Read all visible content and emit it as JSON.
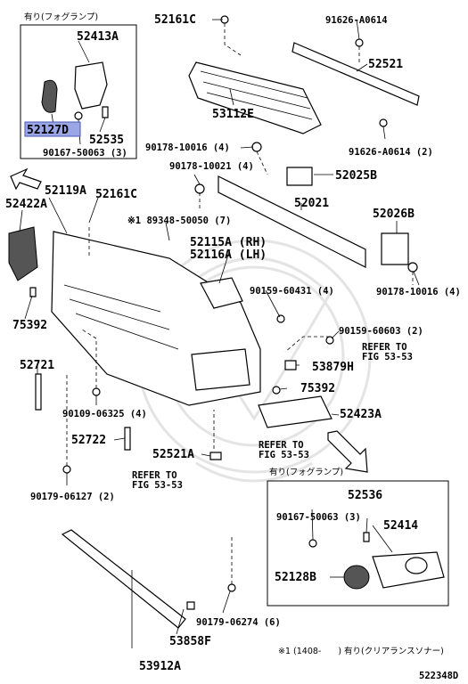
{
  "diagram_code": "522348D",
  "highlight_color": "#9aa6e6",
  "notes": {
    "box1_title": "有り(フォグランプ)",
    "box2_title": "有り(フォグランプ)",
    "footnote": "※1 (1408-　　) 有り(クリアランスソナー)"
  },
  "parts": {
    "p52413A": "52413A",
    "p52127D": "52127D",
    "p52535": "52535",
    "p90167_50063_3a": "90167-50063 (3)",
    "p52161C_a": "52161C",
    "p91626_A0614_a": "91626-A0614",
    "p52521": "52521",
    "p53112E": "53112E",
    "p90178_10016_4a": "90178-10016 (4)",
    "p91626_A0614_2": "91626-A0614 (2)",
    "p90178_10021_4": "90178-10021 (4)",
    "p52025B": "52025B",
    "p52119A": "52119A",
    "p52161C_b": "52161C",
    "p52422A": "52422A",
    "p52021": "52021",
    "p52026B": "52026B",
    "p89348_50050_7": "※1 89348-50050 (7)",
    "p52115A": "52115A (RH)",
    "p52116A": "52116A (LH)",
    "p90178_10016_4b": "90178-10016 (4)",
    "p90159_60431_4": "90159-60431 (4)",
    "p75392_a": "75392",
    "p90159_60603_2": "90159-60603 (2)",
    "p_refer_a1": "REFER TO",
    "p_refer_a2": "FIG 53-53",
    "p53879H": "53879H",
    "p52721": "52721",
    "p75392_b": "75392",
    "p90109_06325_4": "90109-06325 (4)",
    "p52423A": "52423A",
    "p52722": "52722",
    "p52521A": "52521A",
    "p_refer_b1": "REFER TO",
    "p_refer_b2": "FIG 53-53",
    "p_refer_c1": "REFER TO",
    "p_refer_c2": "FIG 53-53",
    "p90179_06127_2": "90179-06127 (2)",
    "p52536": "52536",
    "p90167_50063_3b": "90167-50063 (3)",
    "p52414": "52414",
    "p52128B": "52128B",
    "p90179_06274_6": "90179-06274 (6)",
    "p53858F": "53858F",
    "p53912A": "53912A"
  }
}
